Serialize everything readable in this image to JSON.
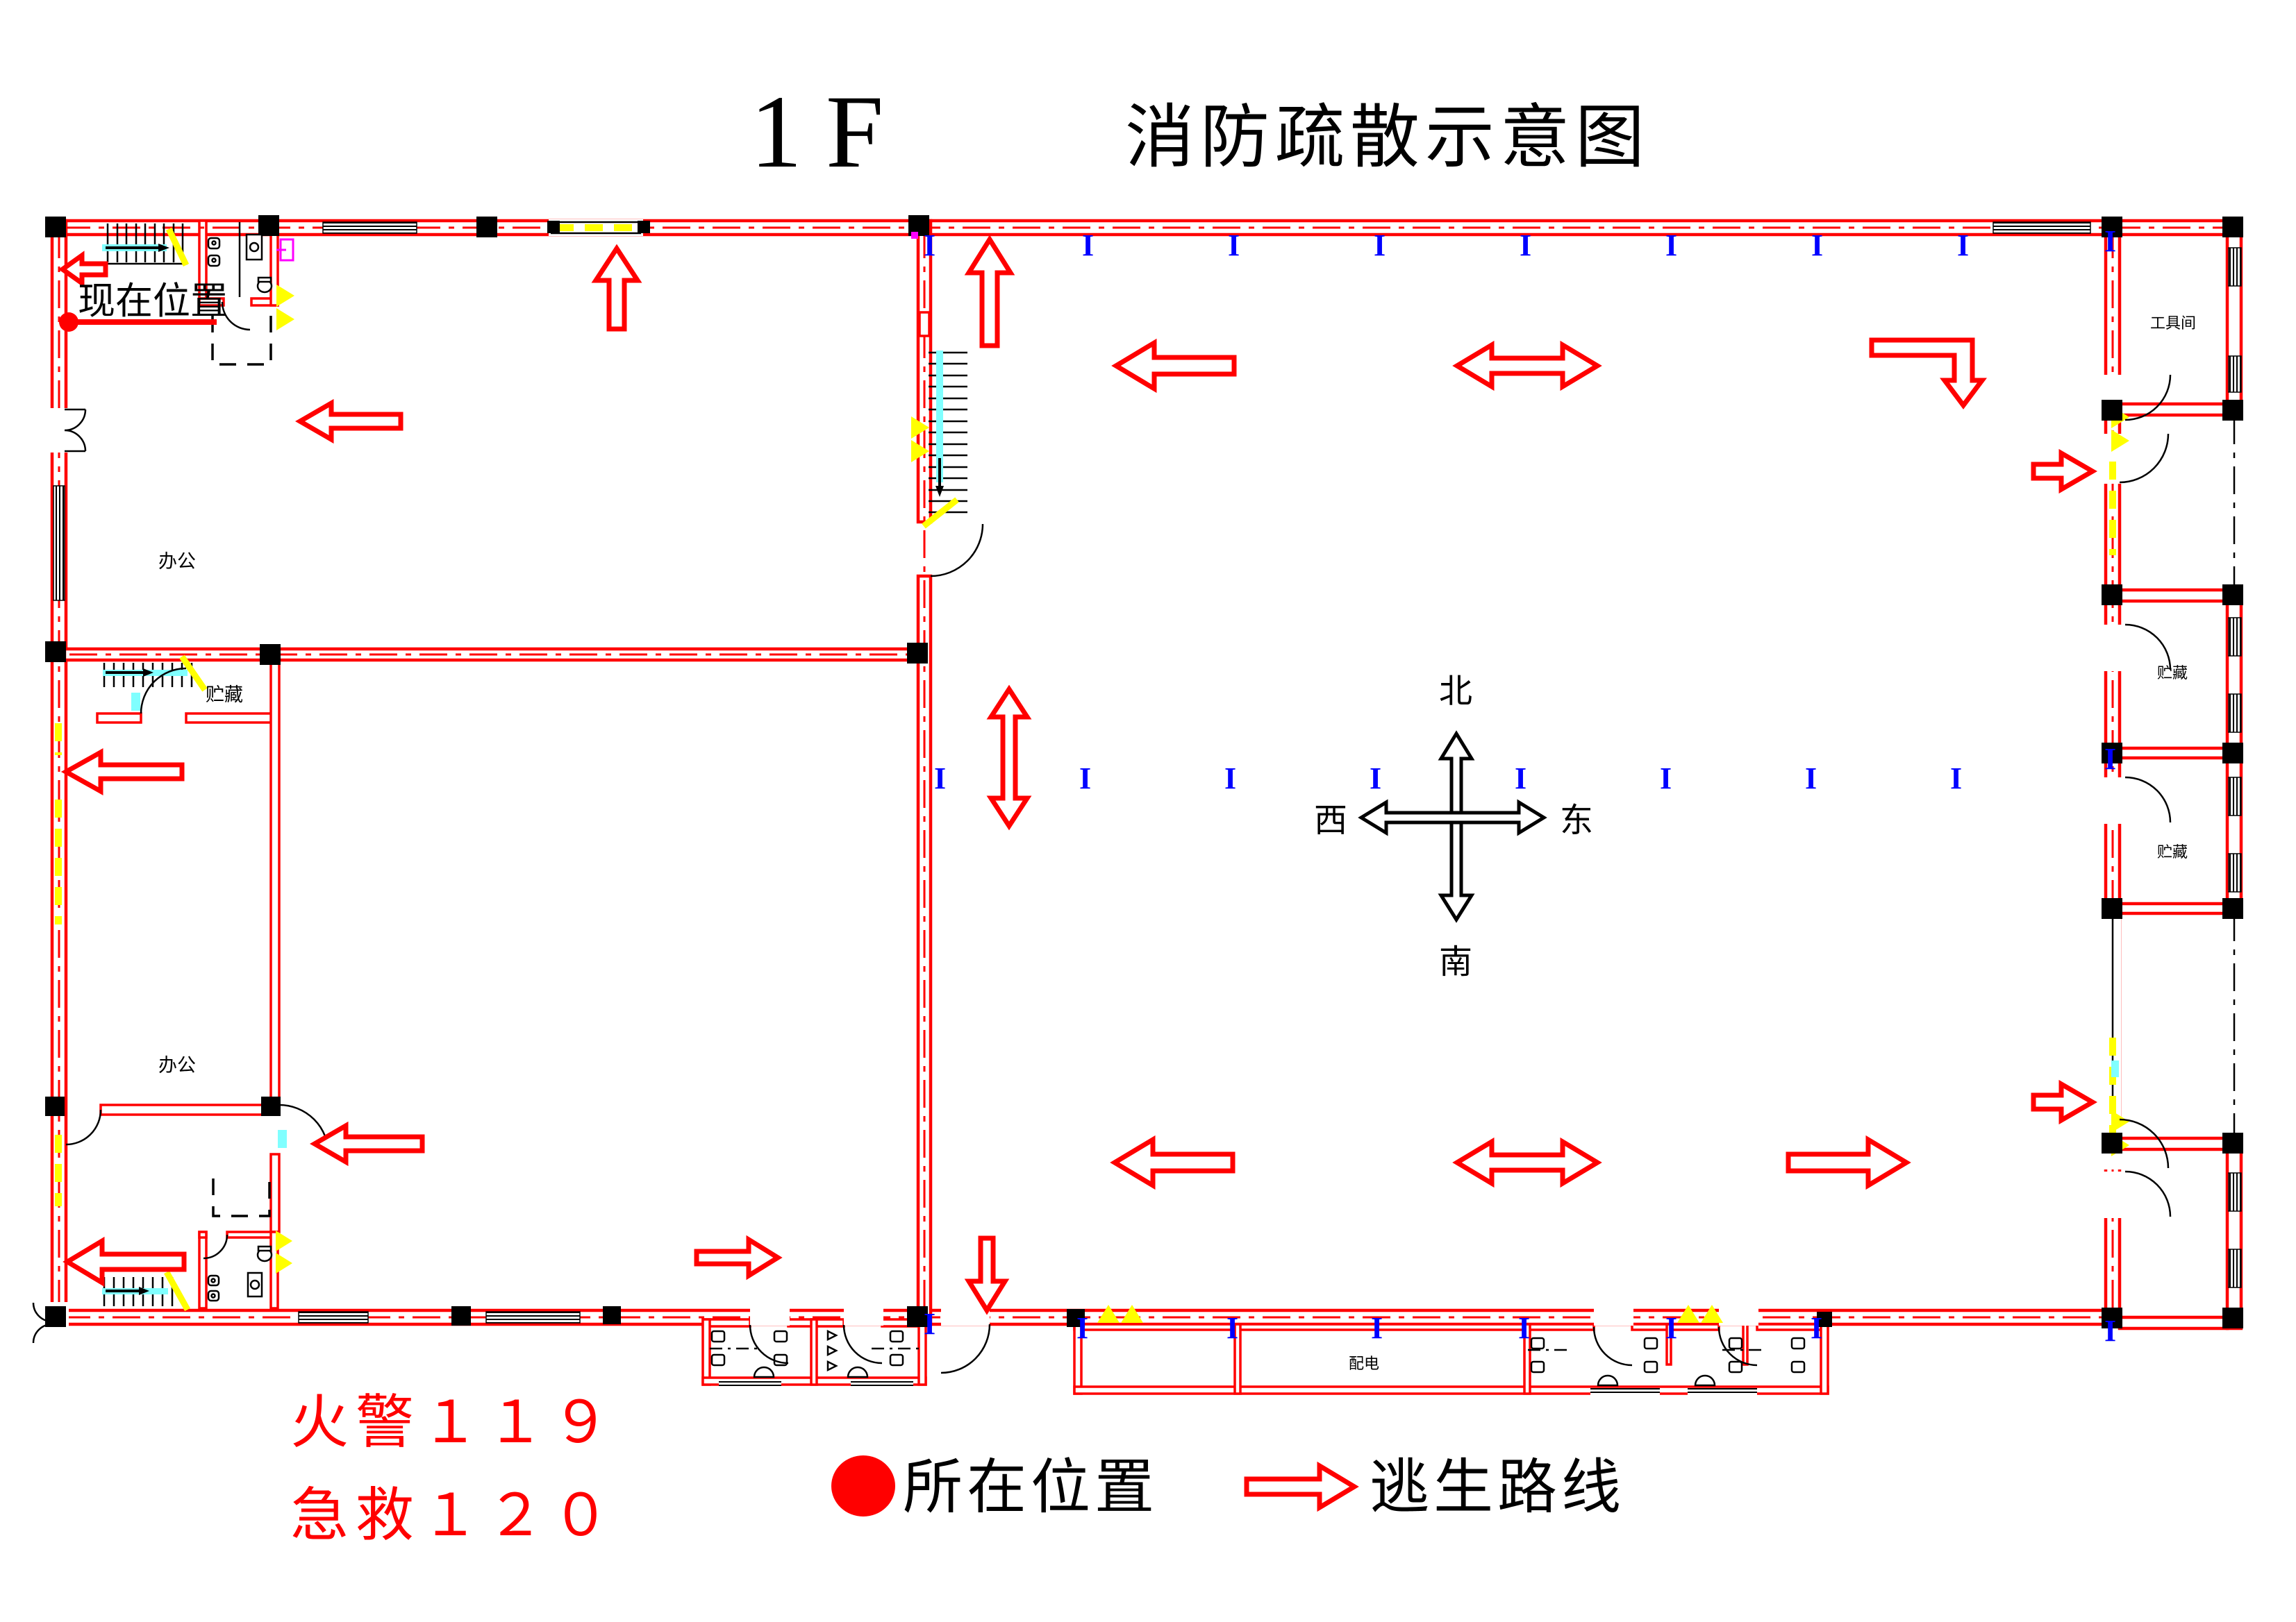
{
  "title": {
    "floor": "1F",
    "main": "消防疏散示意图"
  },
  "plan": {
    "current_location": "现在位置"
  },
  "rooms": {
    "office_top": "办公",
    "storage_mid": "贮藏",
    "office_bottom": "办公",
    "tool_room": "工具间",
    "storage_right_1": "贮藏",
    "storage_right_2": "贮藏",
    "power_room": "配电"
  },
  "compass": {
    "north": "北",
    "south": "南",
    "west": "西",
    "east": "东"
  },
  "markers": {
    "column": "I"
  },
  "emergency": {
    "fire": "火警１１９",
    "medical": "急救１２０"
  },
  "legend": {
    "location": "所在位置",
    "route": "逃生路线"
  },
  "colors": {
    "wall_red": "#FF0000",
    "column_marker_blue": "#0000FF",
    "highlight_yellow": "#FFFF00",
    "handrail_cyan": "#80FFFF",
    "equipment_magenta": "#FF00FF",
    "text_black": "#000000"
  }
}
